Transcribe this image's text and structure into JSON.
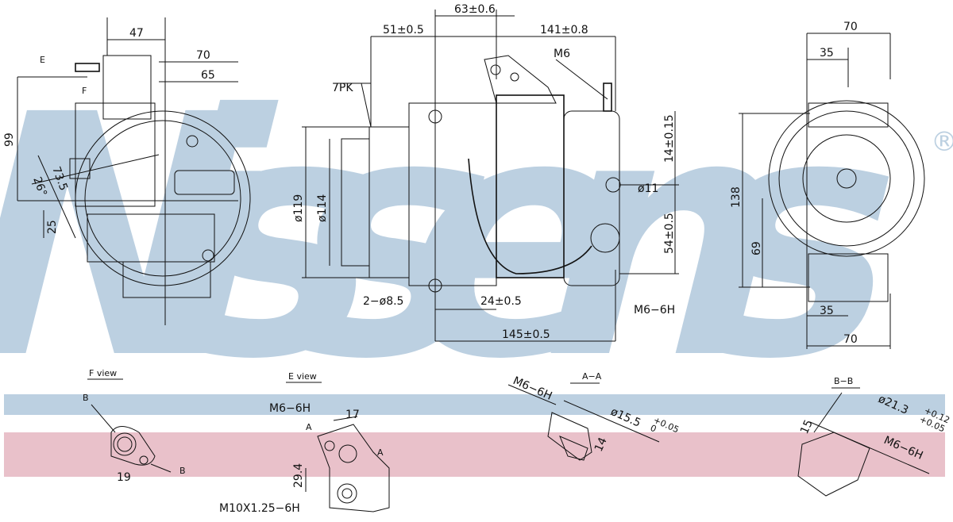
{
  "watermark": {
    "text": "Nissens",
    "registered": "®"
  },
  "colors": {
    "watermark": "#bcd0e1",
    "band_blue": "#bcd0e1",
    "band_pink": "#e9c1ca",
    "line": "#111111"
  },
  "side_view": {
    "dim_47": "47",
    "dim_70": "70",
    "dim_65": "65",
    "label_e": "E",
    "label_f": "F",
    "dim_99": "99",
    "angle_26": "26°",
    "dim_73_5": "73.5",
    "dim_25": "25"
  },
  "front_view": {
    "dim_63": "63±0.6",
    "dim_51": "51±0.5",
    "dim_141": "141±0.8",
    "label_m6": "M6",
    "label_7pk": "7PK",
    "dim_14": "14±0.15",
    "dia_119": "ø119",
    "dia_114": "ø114",
    "dia_11": "ø11",
    "dim_54": "54±0.5",
    "holes": "2−ø8.5",
    "dim_24": "24±0.5",
    "thread": "M6−6H",
    "dim_145": "145±0.5"
  },
  "end_view": {
    "dim_70_top": "70",
    "dim_35_top": "35",
    "dim_138": "138",
    "dim_69": "69",
    "dim_35_bottom": "35",
    "dim_70_bottom": "70"
  },
  "details": {
    "f_view": {
      "title": "F view",
      "label_b1": "B",
      "label_b2": "B",
      "dim_19": "19"
    },
    "e_view": {
      "title": "E view",
      "thread": "M6−6H",
      "dim_17": "17",
      "label_a1": "A",
      "label_a2": "A",
      "dim_29_4": "29.4",
      "thread_big": "M10X1.25−6H"
    },
    "a_a": {
      "title": "A−A",
      "thread": "M6−6H",
      "dia": "ø15.5",
      "tol_upper": "+0.05",
      "tol_lower": "0",
      "dim_14": "14"
    },
    "b_b": {
      "title": "B−B",
      "dia": "ø21.3",
      "tol_upper": "+0.12",
      "tol_lower": "+0.05",
      "dim_15": "15",
      "thread": "M6−6H"
    }
  }
}
